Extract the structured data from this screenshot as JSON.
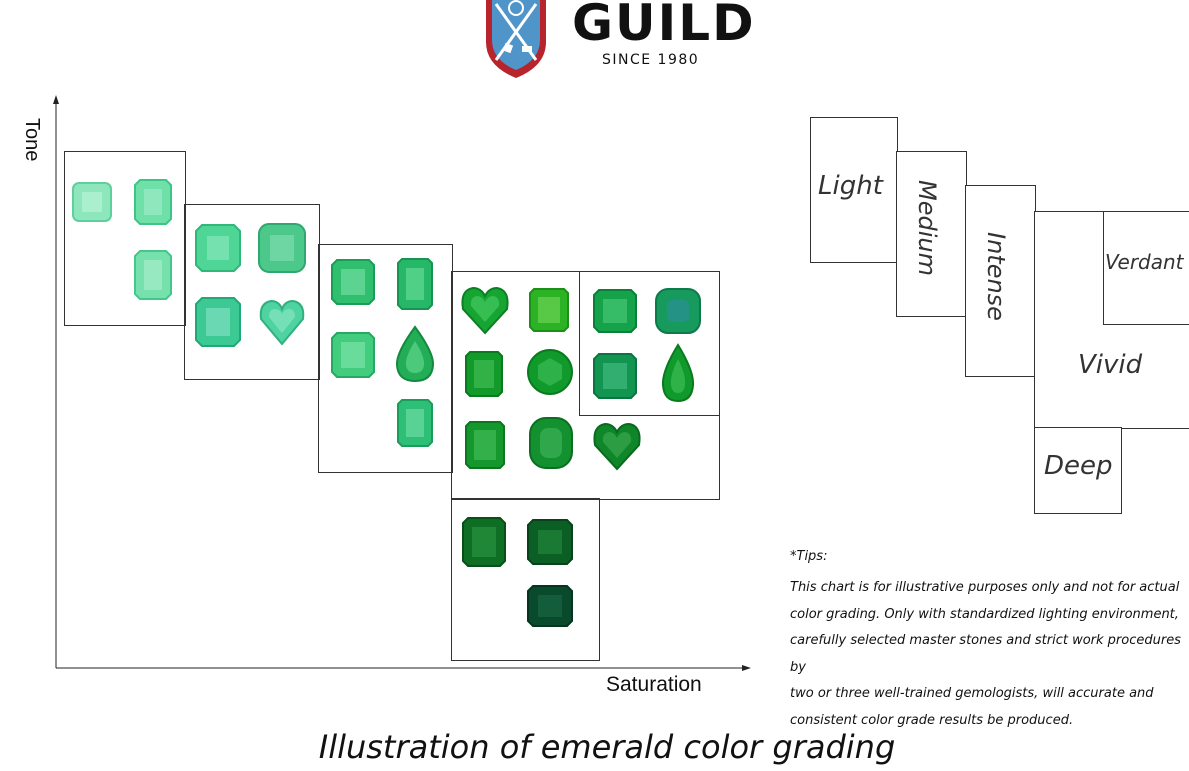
{
  "header": {
    "brand": "GUILD",
    "tagline": "SINCE 1980"
  },
  "axes": {
    "y_label": "Tone",
    "x_label": "Saturation"
  },
  "legend": {
    "light": "Light",
    "medium": "Medium",
    "intense": "Intense",
    "verdant": "Verdant",
    "vivid": "Vivid",
    "deep": "Deep"
  },
  "tips": {
    "title": "*Tips:",
    "body": "This chart is for illustrative purposes only and not for actual\ncolor grading. Only with standardized lighting environment,\ncarefully selected master stones and strict work procedures by\ntwo or three well-trained gemologists, will accurate and\nconsistent color grade results be produced."
  },
  "title": "Illustration of emerald color grading",
  "colors": {
    "shield_red": "#b8242c",
    "shield_blue": "#4f95c9",
    "gem_light": "#7fe3b3",
    "gem_medium": "#3ecf8c",
    "gem_intense": "#1fb04e",
    "gem_vivid": "#129a2a",
    "gem_deep": "#0d5a2a"
  }
}
